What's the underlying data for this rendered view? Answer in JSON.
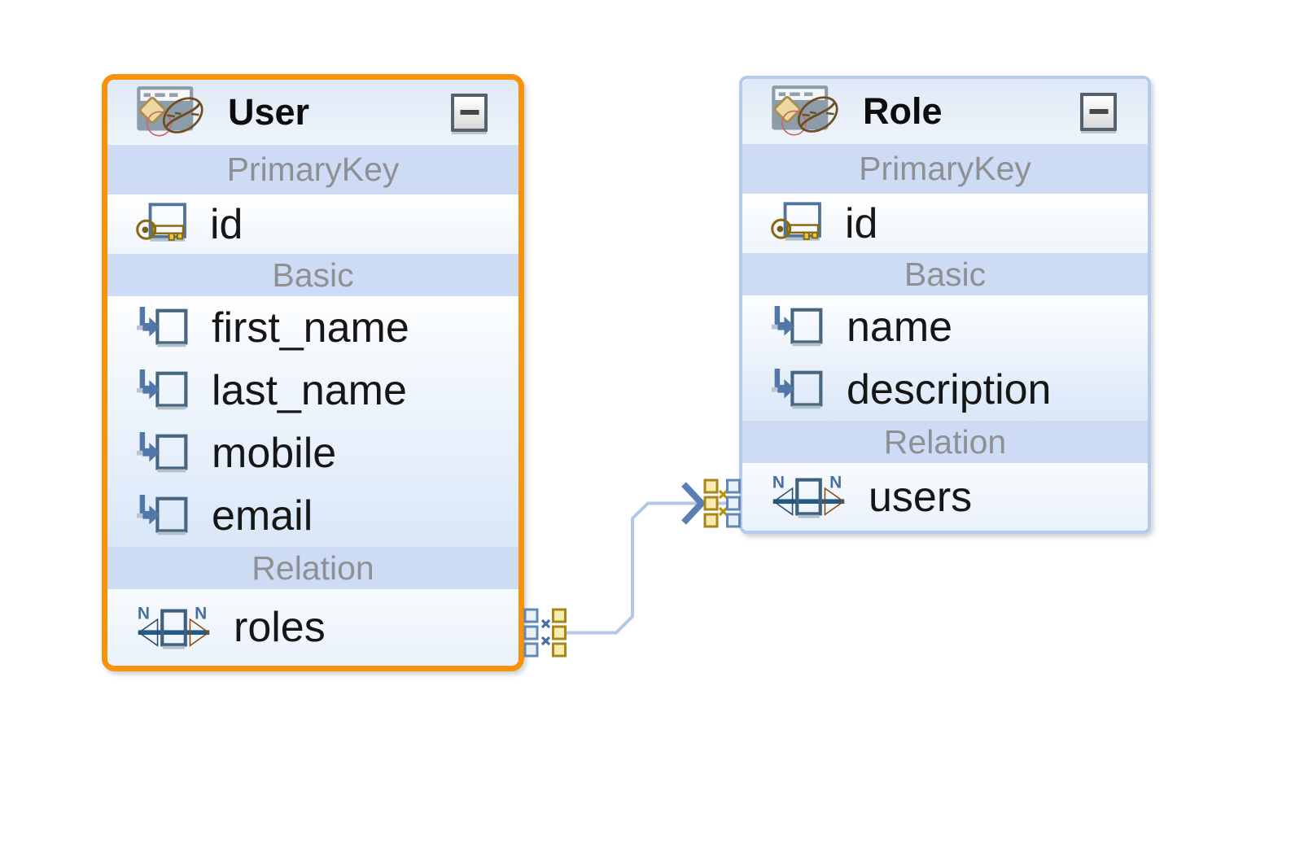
{
  "entities": [
    {
      "name": "User",
      "selected": true,
      "sections": [
        {
          "title": "PrimaryKey",
          "rows": [
            {
              "label": "id",
              "icon": "primary-key-icon"
            }
          ]
        },
        {
          "title": "Basic",
          "rows": [
            {
              "label": "first_name",
              "icon": "basic-attribute-icon"
            },
            {
              "label": "last_name",
              "icon": "basic-attribute-icon"
            },
            {
              "label": "mobile",
              "icon": "basic-attribute-icon"
            },
            {
              "label": "email",
              "icon": "basic-attribute-icon"
            }
          ]
        },
        {
          "title": "Relation",
          "rows": [
            {
              "label": "roles",
              "icon": "many-to-many-icon"
            }
          ]
        }
      ]
    },
    {
      "name": "Role",
      "selected": false,
      "sections": [
        {
          "title": "PrimaryKey",
          "rows": [
            {
              "label": "id",
              "icon": "primary-key-icon"
            }
          ]
        },
        {
          "title": "Basic",
          "rows": [
            {
              "label": "name",
              "icon": "basic-attribute-icon"
            },
            {
              "label": "description",
              "icon": "basic-attribute-icon"
            }
          ]
        },
        {
          "title": "Relation",
          "rows": [
            {
              "label": "users",
              "icon": "many-to-many-icon"
            }
          ]
        }
      ]
    }
  ],
  "relation": {
    "from_entity": "User",
    "from_field": "roles",
    "to_entity": "Role",
    "to_field": "users",
    "cardinality": "many-to-many"
  },
  "colors": {
    "selected_border": "#f8920a",
    "entity_border": "#b6caec",
    "section_band": "#cedbf4",
    "connector_line": "#b5c7e6",
    "marker_blue": "#6287b8",
    "marker_gold": "#a8861a"
  }
}
